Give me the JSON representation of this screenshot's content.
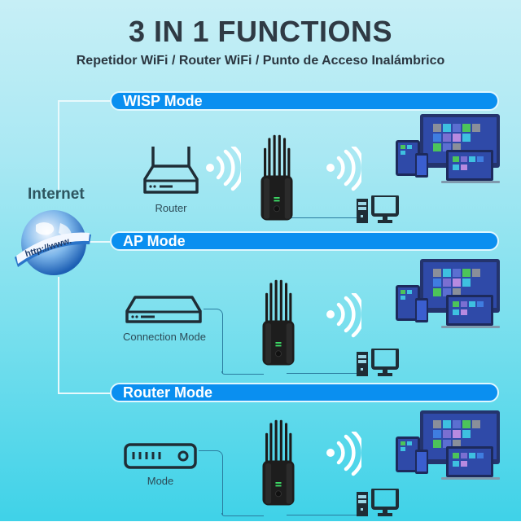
{
  "header": {
    "title": "3 IN 1 FUNCTIONS",
    "subtitle": "Repetidor WiFi / Router WiFi / Punto de Acceso Inalámbrico"
  },
  "internet": {
    "label": "Internet",
    "globe_text": "http://www."
  },
  "modes": [
    {
      "title": "WISP Mode",
      "source_device": "router-icon",
      "source_label": "Router",
      "repeater": "repeater-icon",
      "targets": [
        "desktop-pc-icon",
        "monitor-icon",
        "multi-device-icon"
      ]
    },
    {
      "title": "AP Mode",
      "source_device": "switch-icon",
      "source_label": "Connection Mode",
      "repeater": "repeater-icon",
      "targets": [
        "desktop-pc-icon",
        "monitor-icon",
        "multi-device-icon"
      ]
    },
    {
      "title": "Router Mode",
      "source_device": "modem-icon",
      "source_label": "Mode",
      "repeater": "repeater-icon",
      "targets": [
        "desktop-pc-icon",
        "monitor-icon",
        "multi-device-icon"
      ]
    }
  ],
  "colors": {
    "mode_bar": "#0a8ff0",
    "title_text": "#2f3a44",
    "icon_dark": "#1f2d36",
    "wifi_wave": "#ffffff"
  }
}
